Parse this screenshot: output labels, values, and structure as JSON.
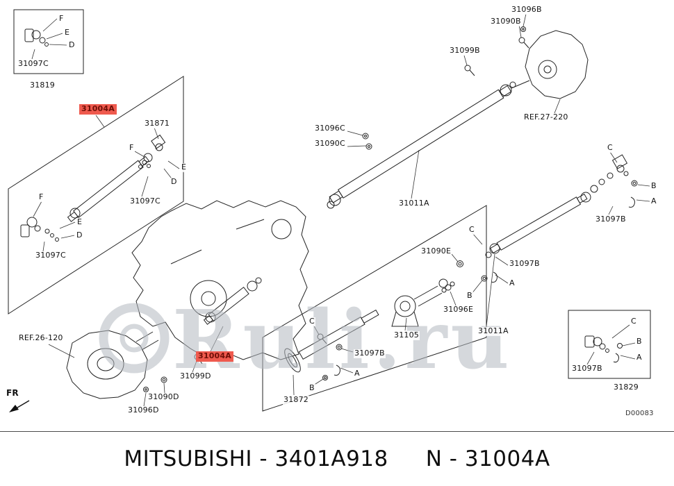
{
  "watermark": {
    "text": "Ruli.ru"
  },
  "direction_label": "FR",
  "drawing_code": "D00083",
  "footer": {
    "brand_model": "MITSUBISHI - 3401A918",
    "part_ref": "N - 31004A"
  },
  "colors": {
    "line": "#222222",
    "highlight_bg": "#ef5a4e",
    "highlight_text": "#6e0f07",
    "watermark": "#b4bac1"
  },
  "labels": [
    {
      "text": "F"
    },
    {
      "text": "E"
    },
    {
      "text": "D"
    },
    {
      "text": "31097C"
    },
    {
      "text": "31819"
    },
    {
      "text": "31004A",
      "highlighted": true
    },
    {
      "text": "31871"
    },
    {
      "text": "F"
    },
    {
      "text": "E"
    },
    {
      "text": "D"
    },
    {
      "text": "31097C"
    },
    {
      "text": "F"
    },
    {
      "text": "E"
    },
    {
      "text": "D"
    },
    {
      "text": "31097C"
    },
    {
      "text": "31096B"
    },
    {
      "text": "31090B"
    },
    {
      "text": "31099B"
    },
    {
      "text": "REF.27-220"
    },
    {
      "text": "31096C"
    },
    {
      "text": "31090C"
    },
    {
      "text": "31011A"
    },
    {
      "text": "C"
    },
    {
      "text": "B"
    },
    {
      "text": "A"
    },
    {
      "text": "31097B"
    },
    {
      "text": "31090E"
    },
    {
      "text": "C"
    },
    {
      "text": "31097B"
    },
    {
      "text": "A"
    },
    {
      "text": "B"
    },
    {
      "text": "31096E"
    },
    {
      "text": "31011A"
    },
    {
      "text": "31105"
    },
    {
      "text": "C"
    },
    {
      "text": "31097B"
    },
    {
      "text": "A"
    },
    {
      "text": "B"
    },
    {
      "text": "31872"
    },
    {
      "text": "REF.26-120"
    },
    {
      "text": "31004A",
      "highlighted": true
    },
    {
      "text": "31099D"
    },
    {
      "text": "31090D"
    },
    {
      "text": "31096D"
    },
    {
      "text": "C"
    },
    {
      "text": "B"
    },
    {
      "text": "A"
    },
    {
      "text": "31097B"
    },
    {
      "text": "31829"
    }
  ]
}
